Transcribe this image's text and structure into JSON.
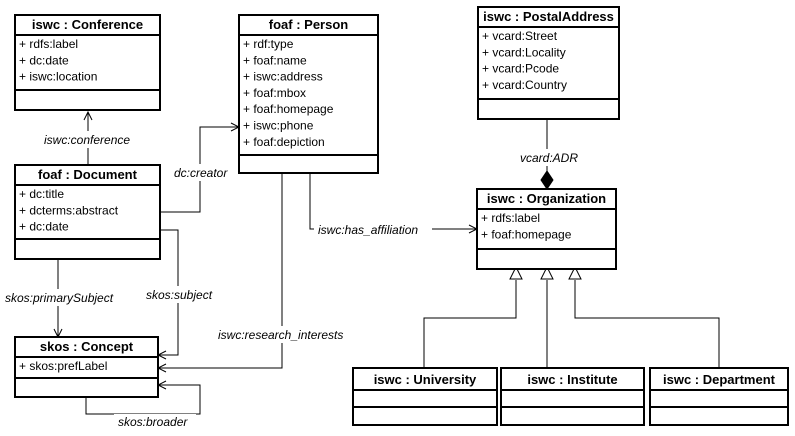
{
  "classes": {
    "conference": {
      "name": "iswc : Conference",
      "attributes": [
        "+ rdfs:label",
        "+ dc:date",
        "+ iswc:location"
      ]
    },
    "person": {
      "name": "foaf : Person",
      "attributes": [
        "+ rdf:type",
        "+ foaf:name",
        "+ iswc:address",
        "+ foaf:mbox",
        "+ foaf:homepage",
        "+ iswc:phone",
        "+ foaf:depiction"
      ]
    },
    "postal": {
      "name": "iswc : PostalAddress",
      "attributes": [
        "+ vcard:Street",
        "+ vcard:Locality",
        "+ vcard:Pcode",
        "+ vcard:Country"
      ]
    },
    "document": {
      "name": "foaf : Document",
      "attributes": [
        "+ dc:title",
        "+ dcterms:abstract",
        "+ dc:date"
      ]
    },
    "organization": {
      "name": "iswc : Organization",
      "attributes": [
        "+ rdfs:label",
        "+ foaf:homepage"
      ]
    },
    "concept": {
      "name": "skos : Concept",
      "attributes": [
        "+ skos:prefLabel"
      ]
    },
    "university": {
      "name": "iswc : University",
      "attributes": []
    },
    "institute": {
      "name": "iswc : Institute",
      "attributes": []
    },
    "department": {
      "name": "iswc : Department",
      "attributes": []
    }
  },
  "relations": {
    "conference": "iswc:conference",
    "creator": "dc:creator",
    "adr": "vcard:ADR",
    "has_affiliation": "iswc:has_affiliation",
    "primary_subject": "skos:primarySubject",
    "subject": "skos:subject",
    "research_interests": "iswc:research_interests",
    "broader": "skos:broader"
  }
}
